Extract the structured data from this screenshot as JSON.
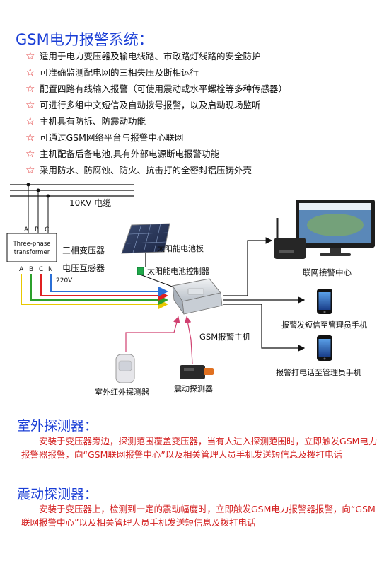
{
  "header": {
    "title": "GSM电力报警系统："
  },
  "features": [
    "适用于电力变压器及输电线路、市政路灯线路的安全防护",
    "可准确监测配电网的三相失压及断相运行",
    "配置四路有线输入报警（可使用震动或水平螺栓等多种传感器）",
    "可进行多组中文短信及自动拨号报警，以及启动现场监听",
    "主机具有防拆、防震动功能",
    "可通过GSM网络平台与报警中心联网",
    "主机配备后备电池,具有外部电源断电报警功能",
    "采用防水、防腐蚀、防火、抗击打的全密封铝压铸外壳"
  ],
  "feature_icon": "star-outline-icon",
  "colors": {
    "title_blue": "#1a3ed6",
    "body_red": "#d42020",
    "line_yellow": "#e8c800",
    "line_green": "#2ca02c",
    "line_red": "#e02020",
    "line_blue": "#2a6fd6"
  },
  "diagram": {
    "cable_label": "10KV 电缆",
    "transformer": {
      "top_terminals": [
        "A",
        "B",
        "C"
      ],
      "inner_line1": "Three-phase",
      "inner_line2": "transformer",
      "bottom_terminals": [
        "A",
        "B",
        "C",
        "N"
      ]
    },
    "labels": {
      "transformer": "三相变压器",
      "voltage_transformer": "电压互感器",
      "voltage": "220V",
      "solar_panel": "太阳能电池板",
      "solar_controller": "太阳能电池控制器",
      "host": "GSM报警主机",
      "center": "联网接警中心",
      "sms_phone": "报警发短信至管理员手机",
      "call_phone": "报警打电话至管理员手机",
      "ir_detector": "室外红外探测器",
      "vibration_detector": "震动探测器"
    }
  },
  "sections": [
    {
      "title": "室外探测器：",
      "body": "安装于变压器旁边，探测范围覆盖变压器，当有人进入探测范围时，立即触发GSM电力报警器报警，向“GSM联网报警中心”以及相关管理人员手机发送短信息及拨打电话"
    },
    {
      "title": "震动探测器：",
      "body": "安装于变压器上，检测到一定的震动幅度时，立即触发GSM电力报警器报警，向“GSM联网报警中心”以及相关管理人员手机发送短信息及拨打电话"
    }
  ]
}
